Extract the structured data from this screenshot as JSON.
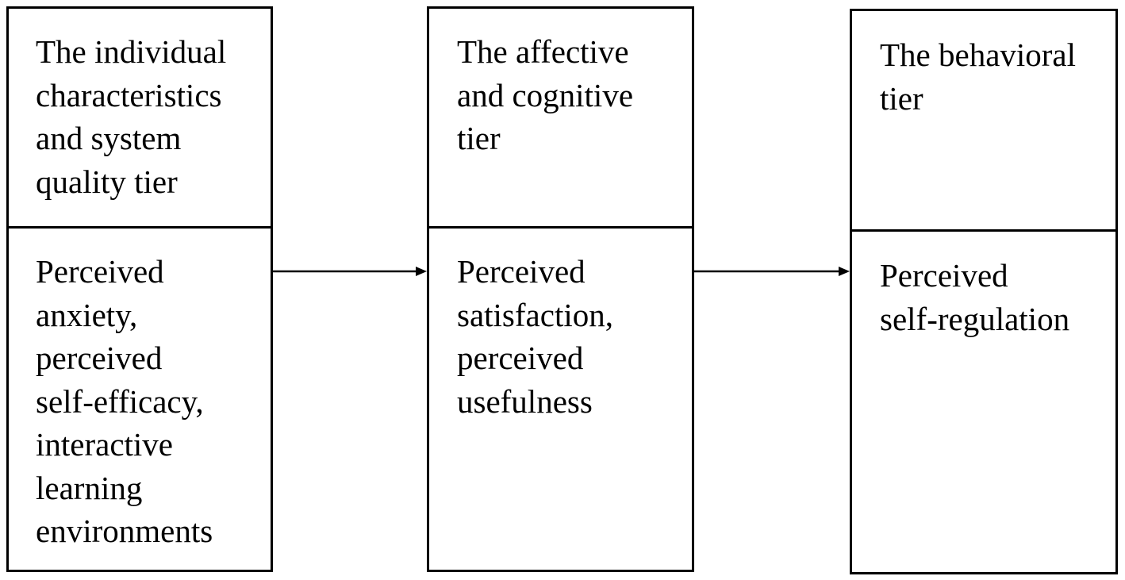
{
  "tiers": [
    {
      "title": "The individual\ncharacteristics\nand system\nquality tier",
      "content": "Perceived\nanxiety,\nperceived\nself-efficacy,\ninteractive\nlearning\nenvironments"
    },
    {
      "title": "The affective\nand cognitive\ntier",
      "content": "Perceived\nsatisfaction,\nperceived\nusefulness"
    },
    {
      "title": "The behavioral\ntier",
      "content": "Perceived\nself-regulation"
    }
  ],
  "colors": {
    "stroke": "#000000",
    "background": "#ffffff",
    "text": "#000000"
  }
}
